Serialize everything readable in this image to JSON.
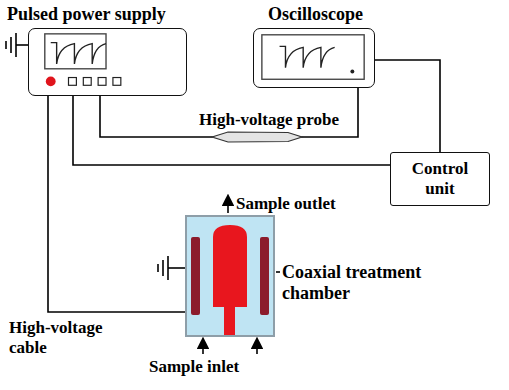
{
  "diagram": {
    "nodes": [
      {
        "text": [
          "Pulsed power supply"
        ]
      },
      {
        "text": [
          "Oscilloscope"
        ]
      },
      {
        "text": [
          "Control unit"
        ]
      },
      {
        "text": [
          "Coaxial treatment chamber"
        ]
      }
    ],
    "edges": [
      {
        "from": 0,
        "to": 1,
        "label": "High-voltage probe",
        "arrow": "none"
      },
      {
        "from": 0,
        "to": 2,
        "arrow": "none"
      },
      {
        "from": 1,
        "to": 2,
        "arrow": "none"
      },
      {
        "from": 0,
        "to": 3,
        "label": "High-voltage cable",
        "arrow": "none"
      }
    ],
    "labels": [
      "Sample outlet",
      "Sample inlet"
    ]
  }
}
